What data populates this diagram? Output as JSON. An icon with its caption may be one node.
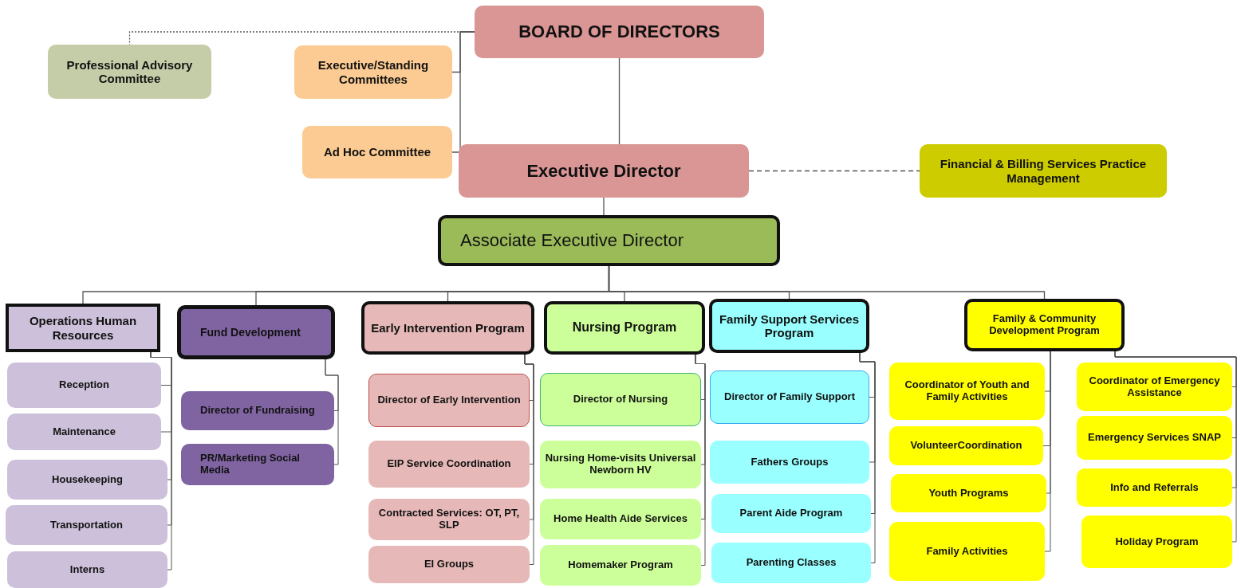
{
  "diagram": {
    "nodes": [
      {
        "text": [
          "BOARD OF DIRECTORS"
        ]
      },
      {
        "text": [
          "Professional Advisory Committee"
        ]
      },
      {
        "text": [
          "Executive/Standing Committees"
        ]
      },
      {
        "text": [
          "Ad Hoc Committee"
        ]
      },
      {
        "text": [
          "Executive Director"
        ]
      },
      {
        "text": [
          "Financial & Billing Services Practice Management"
        ]
      },
      {
        "text": [
          "Associate Executive Director"
        ]
      },
      {
        "text": [
          "Operations Human Resources"
        ]
      },
      {
        "text": [
          "Fund Development"
        ]
      },
      {
        "text": [
          "Early Intervention Program"
        ]
      },
      {
        "text": [
          "Nursing Program"
        ]
      },
      {
        "text": [
          "Family Support Services Program"
        ]
      },
      {
        "text": [
          "Family & Community Development Program"
        ]
      },
      {
        "text": [
          "Reception"
        ]
      },
      {
        "text": [
          "Maintenance"
        ]
      },
      {
        "text": [
          "Housekeeping"
        ]
      },
      {
        "text": [
          "Transportation"
        ]
      },
      {
        "text": [
          "Interns"
        ]
      },
      {
        "text": [
          "Director of Fundraising"
        ]
      },
      {
        "text": [
          "PR/Marketing Social Media"
        ]
      },
      {
        "text": [
          "Director of Early Intervention"
        ]
      },
      {
        "text": [
          "EIP Service Coordination"
        ]
      },
      {
        "text": [
          "Contracted Services: OT, PT, SLP"
        ]
      },
      {
        "text": [
          "EI Groups"
        ]
      },
      {
        "text": [
          "Director of Nursing"
        ]
      },
      {
        "text": [
          "Nursing Home-visits Universal Newborn HV"
        ]
      },
      {
        "text": [
          "Home Health Aide Services"
        ]
      },
      {
        "text": [
          "Homemaker Program"
        ]
      },
      {
        "text": [
          "Director of Family Support"
        ]
      },
      {
        "text": [
          "Fathers Groups"
        ]
      },
      {
        "text": [
          "Parent Aide Program"
        ]
      },
      {
        "text": [
          "Parenting Classes"
        ]
      },
      {
        "text": [
          "Coordinator of Youth and Family Activities"
        ]
      },
      {
        "text": [
          "VolunteerCoordination"
        ]
      },
      {
        "text": [
          "Youth Programs"
        ]
      },
      {
        "text": [
          "Family Activities"
        ]
      },
      {
        "text": [
          "Coordinator of Emergency Assistance"
        ]
      },
      {
        "text": [
          "Emergency Services SNAP"
        ]
      },
      {
        "text": [
          "Info and Referrals"
        ]
      },
      {
        "text": [
          "Holiday Program"
        ]
      }
    ],
    "edges": [
      {
        "from": 0,
        "to": 1,
        "arrow": "none",
        "style": "dashed"
      },
      {
        "from": 0,
        "to": 2,
        "arrow": "none"
      },
      {
        "from": 0,
        "to": 3,
        "arrow": "none"
      },
      {
        "from": 0,
        "to": 4,
        "arrow": "none"
      },
      {
        "from": 4,
        "to": 5,
        "arrow": "none",
        "style": "dashed"
      },
      {
        "from": 4,
        "to": 6,
        "arrow": "none"
      },
      {
        "from": 6,
        "to": 7,
        "arrow": "none"
      },
      {
        "from": 6,
        "to": 8,
        "arrow": "none"
      },
      {
        "from": 6,
        "to": 9,
        "arrow": "none"
      },
      {
        "from": 6,
        "to": 10,
        "arrow": "none"
      },
      {
        "from": 6,
        "to": 11,
        "arrow": "none"
      },
      {
        "from": 6,
        "to": 12,
        "arrow": "none"
      },
      {
        "from": 7,
        "to": 13,
        "arrow": "none"
      },
      {
        "from": 7,
        "to": 14,
        "arrow": "none"
      },
      {
        "from": 7,
        "to": 15,
        "arrow": "none"
      },
      {
        "from": 7,
        "to": 16,
        "arrow": "none"
      },
      {
        "from": 7,
        "to": 17,
        "arrow": "none"
      },
      {
        "from": 8,
        "to": 18,
        "arrow": "none"
      },
      {
        "from": 8,
        "to": 19,
        "arrow": "none"
      },
      {
        "from": 9,
        "to": 20,
        "arrow": "none"
      },
      {
        "from": 9,
        "to": 21,
        "arrow": "none"
      },
      {
        "from": 9,
        "to": 22,
        "arrow": "none"
      },
      {
        "from": 9,
        "to": 23,
        "arrow": "none"
      },
      {
        "from": 10,
        "to": 24,
        "arrow": "none"
      },
      {
        "from": 10,
        "to": 25,
        "arrow": "none"
      },
      {
        "from": 10,
        "to": 26,
        "arrow": "none"
      },
      {
        "from": 10,
        "to": 27,
        "arrow": "none"
      },
      {
        "from": 11,
        "to": 28,
        "arrow": "none"
      },
      {
        "from": 11,
        "to": 29,
        "arrow": "none"
      },
      {
        "from": 11,
        "to": 30,
        "arrow": "none"
      },
      {
        "from": 11,
        "to": 31,
        "arrow": "none"
      },
      {
        "from": 12,
        "to": 32,
        "arrow": "none"
      },
      {
        "from": 12,
        "to": 33,
        "arrow": "none"
      },
      {
        "from": 12,
        "to": 34,
        "arrow": "none"
      },
      {
        "from": 12,
        "to": 35,
        "arrow": "none"
      },
      {
        "from": 12,
        "to": 36,
        "arrow": "none"
      },
      {
        "from": 12,
        "to": 37,
        "arrow": "none"
      },
      {
        "from": 12,
        "to": 38,
        "arrow": "none"
      },
      {
        "from": 12,
        "to": 39,
        "arrow": "none"
      }
    ]
  }
}
